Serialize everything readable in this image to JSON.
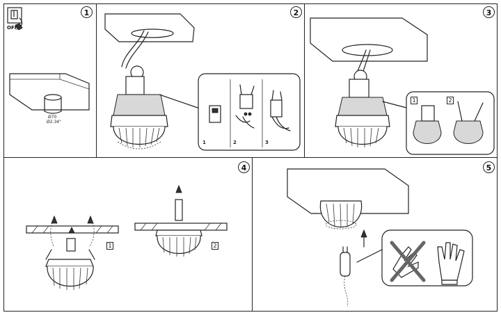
{
  "steps": [
    {
      "number": "1"
    },
    {
      "number": "2",
      "sub": [
        "1",
        "2",
        "3"
      ]
    },
    {
      "number": "3",
      "sub": [
        "1",
        "2"
      ]
    },
    {
      "number": "4",
      "sub": [
        "1",
        "2"
      ]
    },
    {
      "number": "5"
    }
  ],
  "switch_label": "OFF",
  "hole_size": {
    "metric": "Ø70",
    "imperial": "Ø2.34\""
  }
}
